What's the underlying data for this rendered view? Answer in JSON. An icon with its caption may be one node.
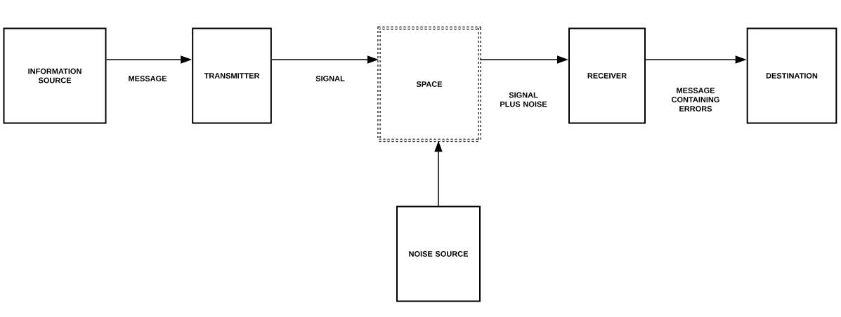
{
  "diagram": {
    "nodes": [
      {
        "text": [
          "INFORMATION SOURCE"
        ]
      },
      {
        "text": [
          "TRANSMITTER"
        ]
      },
      {
        "text": [
          "SPACE"
        ]
      },
      {
        "text": [
          "RECEIVER"
        ]
      },
      {
        "text": [
          "DESTINATION"
        ]
      },
      {
        "text": [
          "NOISE SOURCE"
        ]
      }
    ],
    "edges": [
      {
        "from": 0,
        "to": 1,
        "arrow": "to",
        "label": "MESSAGE"
      },
      {
        "from": 1,
        "to": 2,
        "arrow": "to",
        "label": "SIGNAL"
      },
      {
        "from": 2,
        "to": 3,
        "arrow": "to",
        "label": "SIGNAL PLUS NOISE"
      },
      {
        "from": 3,
        "to": 4,
        "arrow": "to",
        "label": "MESSAGE CONTAINING ERRORS"
      },
      {
        "from": 5,
        "to": 2,
        "arrow": "to"
      }
    ]
  }
}
